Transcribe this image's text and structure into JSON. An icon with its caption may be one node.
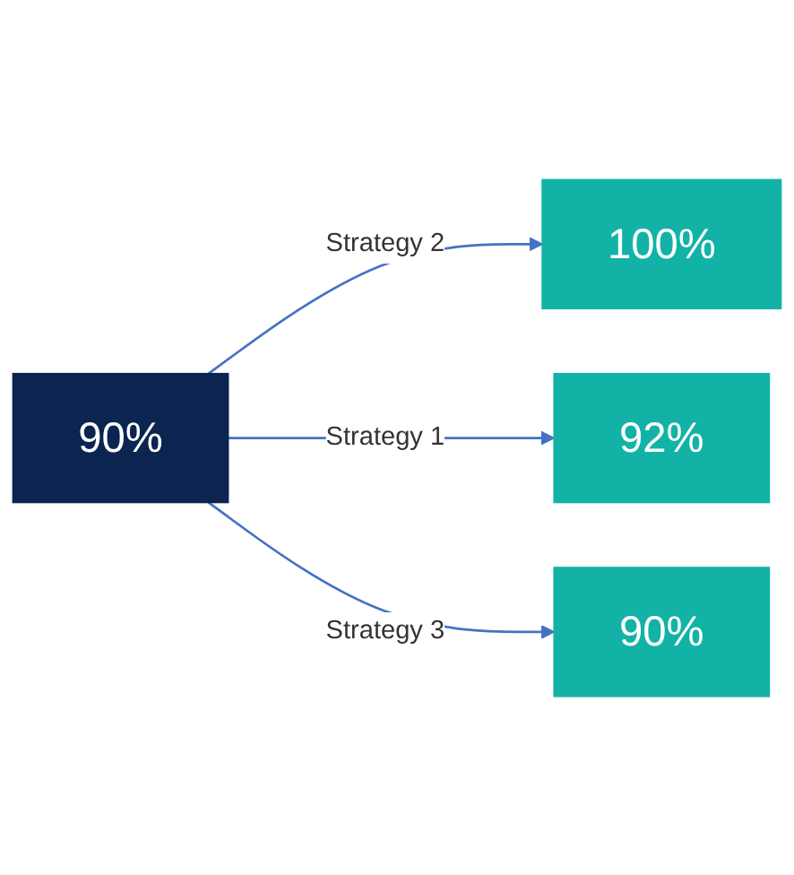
{
  "diagram": {
    "nodes": [
      {
        "text": [
          "100%"
        ]
      },
      {
        "text": [
          "92%"
        ]
      },
      {
        "text": [
          "90%"
        ]
      },
      {
        "text": [
          "90%"
        ]
      }
    ],
    "edges": [
      {
        "from": 2,
        "to": 0,
        "arrow": "to",
        "label": "Strategy 2"
      },
      {
        "from": 2,
        "to": 1,
        "arrow": "to",
        "label": "Strategy 1"
      },
      {
        "from": 2,
        "to": 3,
        "arrow": "to",
        "label": "Strategy 3"
      }
    ]
  }
}
